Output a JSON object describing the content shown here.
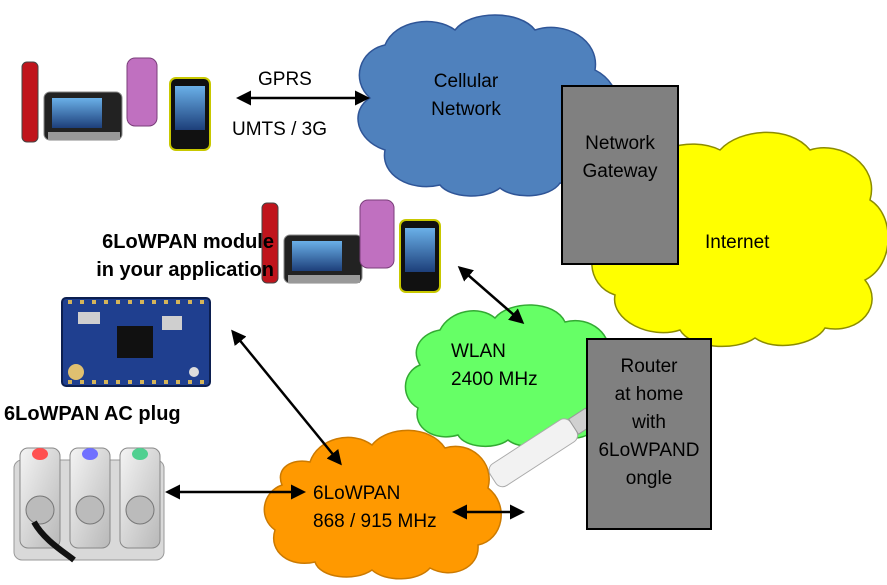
{
  "labels": {
    "gprs": "GPRS",
    "umts": "UMTS / 3G",
    "cellular_line1": "Cellular",
    "cellular_line2": "Network",
    "gateway_line1": "Network",
    "gateway_line2": "Gateway",
    "internet": "Internet",
    "module_line1": "6LoWPAN module",
    "module_line2": "in your application",
    "ac_plug": "6LoWPAN AC plug",
    "wlan_line1": "WLAN",
    "wlan_line2": "2400 MHz",
    "router_line1": "Router",
    "router_line2": "at home",
    "router_line3": "with",
    "router_line4": "6LoWPAND",
    "router_line5": "ongle",
    "lowpan_line1": "6LoWPAN",
    "lowpan_line2": "868 / 915 MHz"
  },
  "colors": {
    "cellular": "#4f81bd",
    "internet": "#ffff00",
    "wlan": "#66ff66",
    "lowpan": "#ff9900",
    "box": "#808080",
    "pcb": "#1f3f8f"
  },
  "icons": [
    "phone-icon",
    "pcb-module-icon",
    "ac-plug-icon",
    "usb-dongle-icon"
  ]
}
